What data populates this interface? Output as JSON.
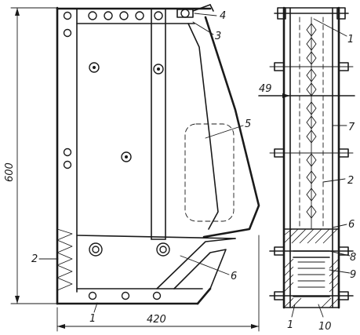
{
  "callouts": {
    "c1_right": "1",
    "c2_right": "2",
    "c3": "3",
    "c4": "4",
    "c5": "5",
    "c6_left": "6",
    "c6_right": "6",
    "c7": "7",
    "c8": "8",
    "c9": "9",
    "c10": "10",
    "c2_left": "2",
    "c1_bottom_left": "1",
    "c1_bottom_right": "1"
  },
  "dimensions": {
    "height": "600",
    "width": "420",
    "section": "49"
  }
}
